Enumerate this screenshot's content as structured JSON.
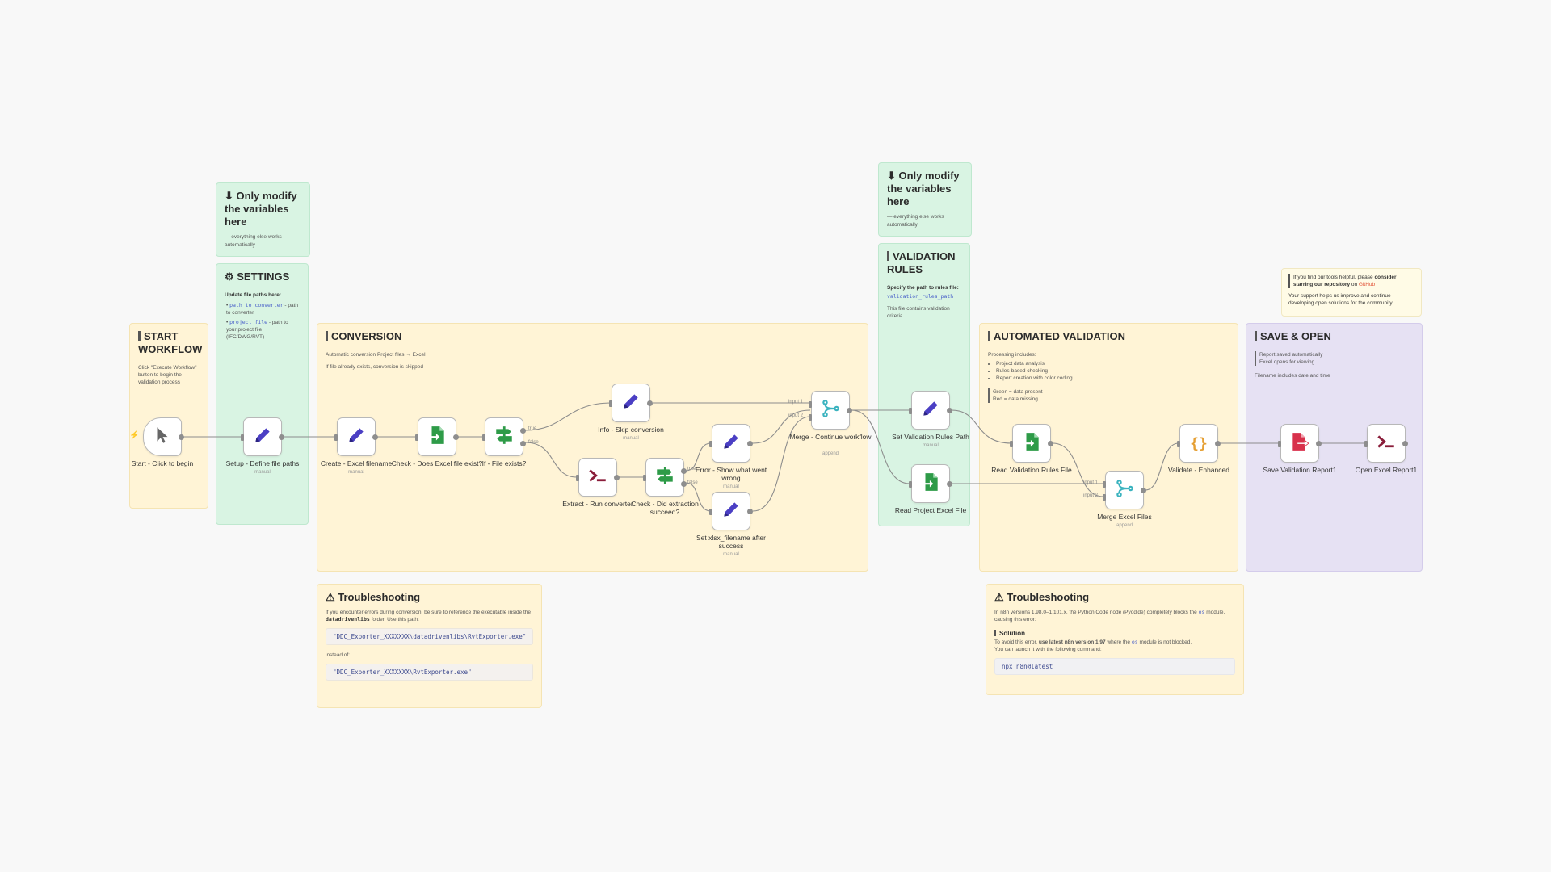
{
  "colors": {
    "accent_purple": "#4b3fc4",
    "green_icon": "#2e9b48",
    "teal_icon": "#3bb3bf",
    "orange_icon": "#e59f33",
    "red_icon": "#d8314b",
    "terminal_icon": "#8a1d3a"
  },
  "notes": {
    "only_modify_1": {
      "title": "⬇ Only modify the variables here",
      "text": "— everything else works automatically"
    },
    "settings": {
      "title": "⚙ SETTINGS",
      "update": "Update file paths here:",
      "b1_code": "path_to_converter",
      "b1_text": " - path to converter",
      "b2_code": "project_file",
      "b2_text": " - path to your project file (IFC/DWG/RVT)"
    },
    "start": {
      "title": "START WORKFLOW",
      "text": "Click \"Execute Workflow\" button to begin the validation process"
    },
    "conversion": {
      "title": "CONVERSION",
      "p1": "Automatic conversion Project files → Excel",
      "p2": "If file already exists, conversion is skipped"
    },
    "only_modify_2": {
      "title": "⬇ Only modify the variables here",
      "text": "— everything else works automatically"
    },
    "validation_rules": {
      "title": "VALIDATION RULES",
      "p1": "Specify the path to rules file:",
      "code": "validation_rules_path",
      "p2": "This file contains validation criteria"
    },
    "automated": {
      "title": "AUTOMATED VALIDATION",
      "p1": "Processing includes:",
      "items": [
        "Project data analysis",
        "Rules-based checking",
        "Report creation with color coding"
      ],
      "green": "Green = data present",
      "red": "Red = data missing"
    },
    "support": {
      "t1": "If you find our tools helpful, please ",
      "t1b": "consider starring our repository",
      "t1c": " on ",
      "link": "GitHub",
      "t2": "Your support helps us improve and continue developing open solutions for the community!"
    },
    "save": {
      "title": "SAVE & OPEN",
      "l1": "Report saved automatically",
      "l2": "Excel opens for viewing",
      "l3": "Filename includes date and time"
    },
    "trouble1": {
      "title": "⚠ Troubleshooting",
      "p1a": "If you encounter errors during conversion, be sure to reference the executable inside the ",
      "p1b": "datadrivenlibs",
      "p1c": " folder. Use this path:",
      "code1": "\"DDC_Exporter_XXXXXXX\\datadrivenlibs\\RvtExporter.exe\"",
      "instead": "instead of:",
      "code2": "\"DDC_Exporter_XXXXXXX\\RvtExporter.exe\""
    },
    "trouble2": {
      "title": "⚠ Troubleshooting",
      "p1a": "In n8n versions 1.98.0–1.101.x, the Python Code node (Pyodide) completely blocks the ",
      "p1b": "os",
      "p1c": " module, causing this error:",
      "solution": "Solution",
      "p2a": "To avoid this error, ",
      "p2b": "use latest n8n version 1.97",
      "p2c": " where the ",
      "p2d": "os",
      "p2e": " module is not blocked.",
      "p3": "You can launch it with the following command:",
      "code": "npx n8n@latest"
    }
  },
  "nodes": {
    "start": {
      "label": "Start - Click to begin"
    },
    "setup": {
      "label": "Setup - Define file paths",
      "sub": "manual"
    },
    "create": {
      "label": "Create - Excel filename",
      "sub": "manual"
    },
    "check_exists": {
      "label": "Check - Does Excel file exist?"
    },
    "if_exists": {
      "label": "If - File exists?",
      "out_true": "true",
      "out_false": "false"
    },
    "info_skip": {
      "label": "Info - Skip conversion",
      "sub": "manual"
    },
    "extract": {
      "label": "Extract - Run converter"
    },
    "check_extract": {
      "label": "Check - Did extraction succeed?",
      "out_true": "true",
      "out_false": "false"
    },
    "error": {
      "label": "Error - Show what went wrong",
      "sub": "manual"
    },
    "set_xlsx": {
      "label": "Set xlsx_filename after success",
      "sub": "manual"
    },
    "merge_continue": {
      "label": "Merge - Continue workflow",
      "sub": "append",
      "in1": "input 1",
      "in2": "input 2"
    },
    "set_rules": {
      "label": "Set Validation Rules Path",
      "sub": "manual"
    },
    "read_project": {
      "label": "Read Project Excel File"
    },
    "read_rules": {
      "label": "Read Validation Rules File"
    },
    "merge_excel": {
      "label": "Merge Excel Files",
      "sub": "append",
      "in1": "input 1",
      "in2": "input 2"
    },
    "validate": {
      "label": "Validate - Enhanced"
    },
    "save_report": {
      "label": "Save Validation Report1"
    },
    "open_report": {
      "label": "Open Excel Report1"
    }
  }
}
